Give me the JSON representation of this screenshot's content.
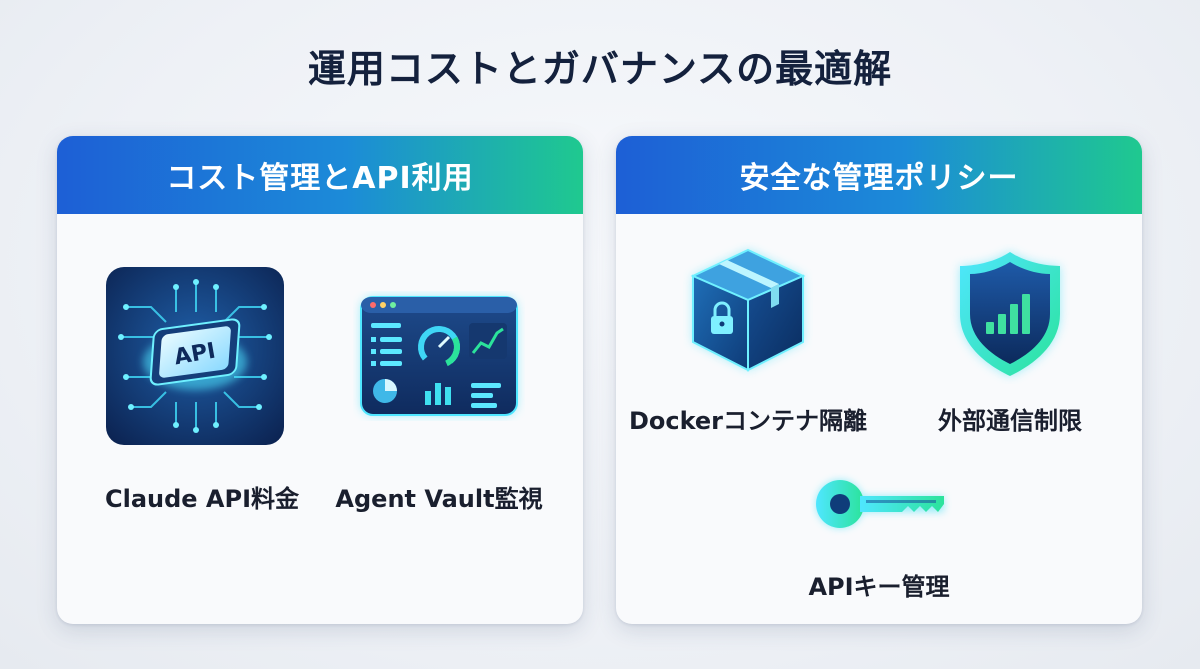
{
  "title": "運用コストとガバナンスの最適解",
  "panels": {
    "cost": {
      "header": "コスト管理とAPI利用",
      "items": [
        {
          "label": "Claude API料金",
          "icon": "api-chip-icon",
          "chip_text": "API"
        },
        {
          "label": "Agent Vault監視",
          "icon": "dashboard-icon"
        }
      ]
    },
    "security": {
      "header": "安全な管理ポリシー",
      "items": [
        {
          "label": "Dockerコンテナ隔離",
          "icon": "locked-box-icon"
        },
        {
          "label": "外部通信制限",
          "icon": "shield-icon"
        },
        {
          "label": "APIキー管理",
          "icon": "key-icon"
        }
      ]
    }
  },
  "colors": {
    "header_start": "#1d5fd6",
    "header_end": "#1fc98f",
    "title_text": "#14213d",
    "accent_cyan": "#3fe0f0"
  }
}
